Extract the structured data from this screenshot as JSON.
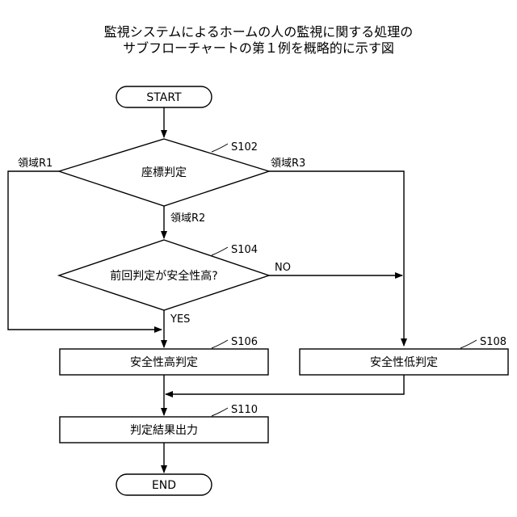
{
  "title": {
    "line1": "監視システムによるホームの人の監視に関する処理の",
    "line2": "サブフローチャートの第１例を概略的に示す図"
  },
  "nodes": {
    "start": "START",
    "s102_text": "座標判定",
    "s104_text": "前回判定が安全性高?",
    "s106_text": "安全性高判定",
    "s108_text": "安全性低判定",
    "s110_text": "判定結果出力",
    "end": "END"
  },
  "step_labels": {
    "s102": "S102",
    "s104": "S104",
    "s106": "S106",
    "s108": "S108",
    "s110": "S110"
  },
  "branch_labels": {
    "r1": "領域R1",
    "r2": "領域R2",
    "r3": "領域R3",
    "no": "NO",
    "yes": "YES"
  }
}
